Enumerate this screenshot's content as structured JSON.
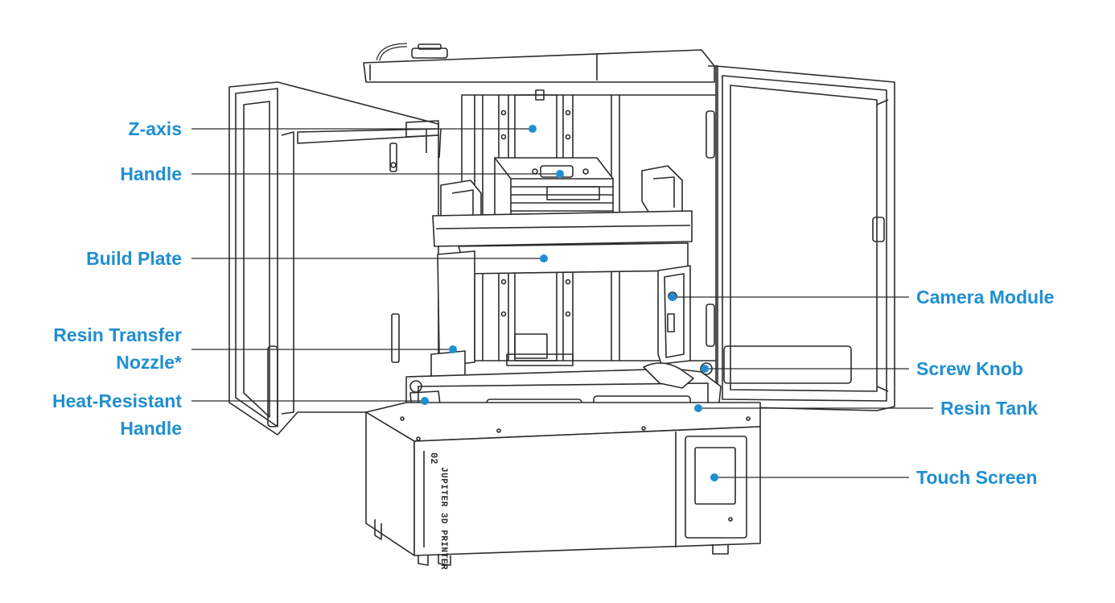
{
  "diagram": {
    "accent_color": "#1f8fd1",
    "line_color": "#2b2b2b",
    "callouts": [
      {
        "id": "z-axis",
        "text": "Z-axis",
        "side": "left"
      },
      {
        "id": "handle",
        "text": "Handle",
        "side": "left"
      },
      {
        "id": "build-plate",
        "text": "Build Plate",
        "side": "left"
      },
      {
        "id": "resin-transfer-nozzle",
        "lines": [
          "Resin Transfer",
          "Nozzle*"
        ],
        "side": "left"
      },
      {
        "id": "heat-resistant-handle",
        "lines": [
          "Heat-Resistant",
          "Handle"
        ],
        "side": "left"
      },
      {
        "id": "camera-module",
        "text": "Camera Module",
        "side": "right"
      },
      {
        "id": "screw-knob",
        "text": "Screw Knob",
        "side": "right"
      },
      {
        "id": "resin-tank",
        "text": "Resin Tank",
        "side": "right"
      },
      {
        "id": "touch-screen",
        "text": "Touch Screen",
        "side": "right"
      }
    ],
    "printer_side_text": {
      "model_number": "02",
      "brand_line": "JUPITER 3D PRINTER"
    }
  }
}
